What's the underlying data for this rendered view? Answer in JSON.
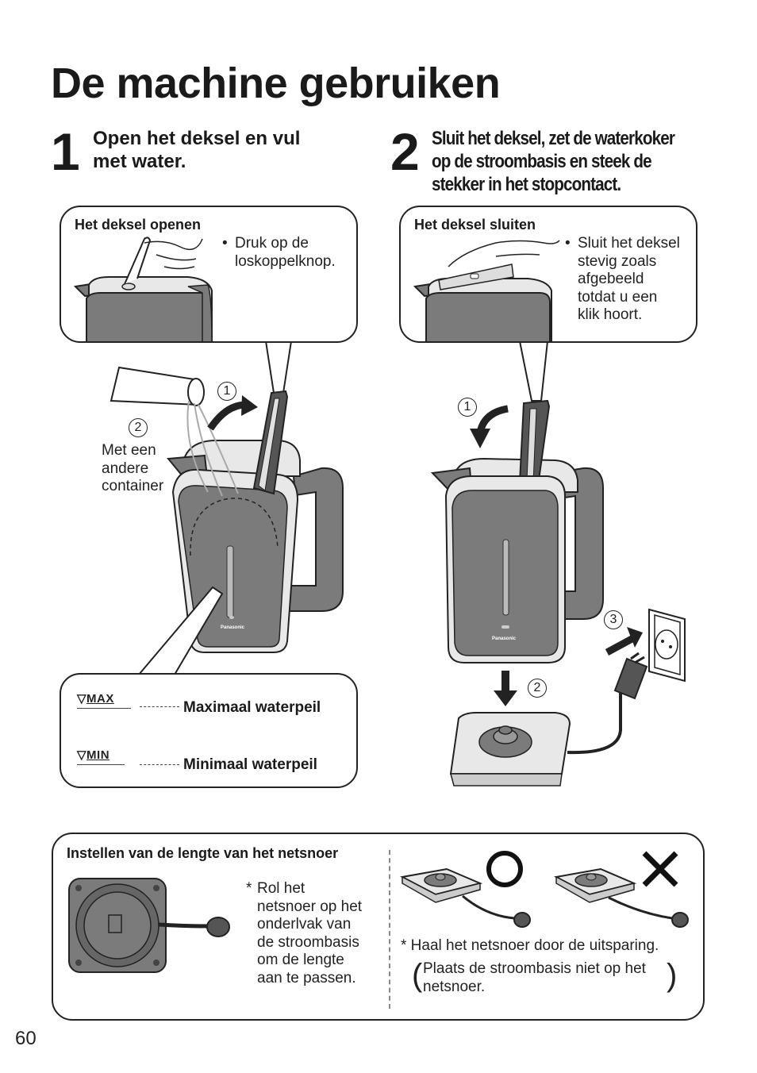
{
  "page_title": "De machine gebruiken",
  "step1": {
    "number": "1",
    "heading_line1": "Open het deksel en vul",
    "heading_line2": "met water.",
    "bubble_title": "Het deksel openen",
    "bubble_bullet": "•",
    "bubble_text_line1": "Druk op de",
    "bubble_text_line2": "loskoppelknop.",
    "circle1": "1",
    "circle2": "2",
    "container_line1": "Met een",
    "container_line2": "andere",
    "container_line3": "container",
    "max_mark": "MAX",
    "min_mark": "MIN",
    "max_label": "Maximaal waterpeil",
    "min_label": "Minimaal waterpeil",
    "kettle_brand": "Panasonic"
  },
  "step2": {
    "number": "2",
    "heading_line1": "Sluit het deksel, zet de waterkoker",
    "heading_line2": "op de stroombasis en steek de",
    "heading_line3": "stekker in het stopcontact.",
    "bubble_title": "Het deksel sluiten",
    "bubble_bullet": "•",
    "bubble_text_lines": [
      "Sluit het deksel",
      "stevig zoals",
      "afgebeeld",
      "totdat u een",
      "klik hoort."
    ],
    "circle1": "1",
    "circle2": "2",
    "circle3": "3",
    "kettle_brand": "Panasonic"
  },
  "cord": {
    "title": "Instellen van de lengte van het netsnoer",
    "left_asterisk": "*",
    "left_text_lines": [
      "Rol het",
      "netsnoer op het",
      "onderlvak van",
      "de stroombasis",
      "om de lengte",
      "aan te passen."
    ],
    "right_note": "* Haal het netsnoer door de uitsparing.",
    "right_paren_line1": "Plaats de stroombasis niet op het",
    "right_paren_line2": "netsnoer."
  },
  "page_number": "60",
  "colors": {
    "kettle_body": "#7b7b7b",
    "kettle_light": "#e8e8e8",
    "outline": "#222222"
  }
}
